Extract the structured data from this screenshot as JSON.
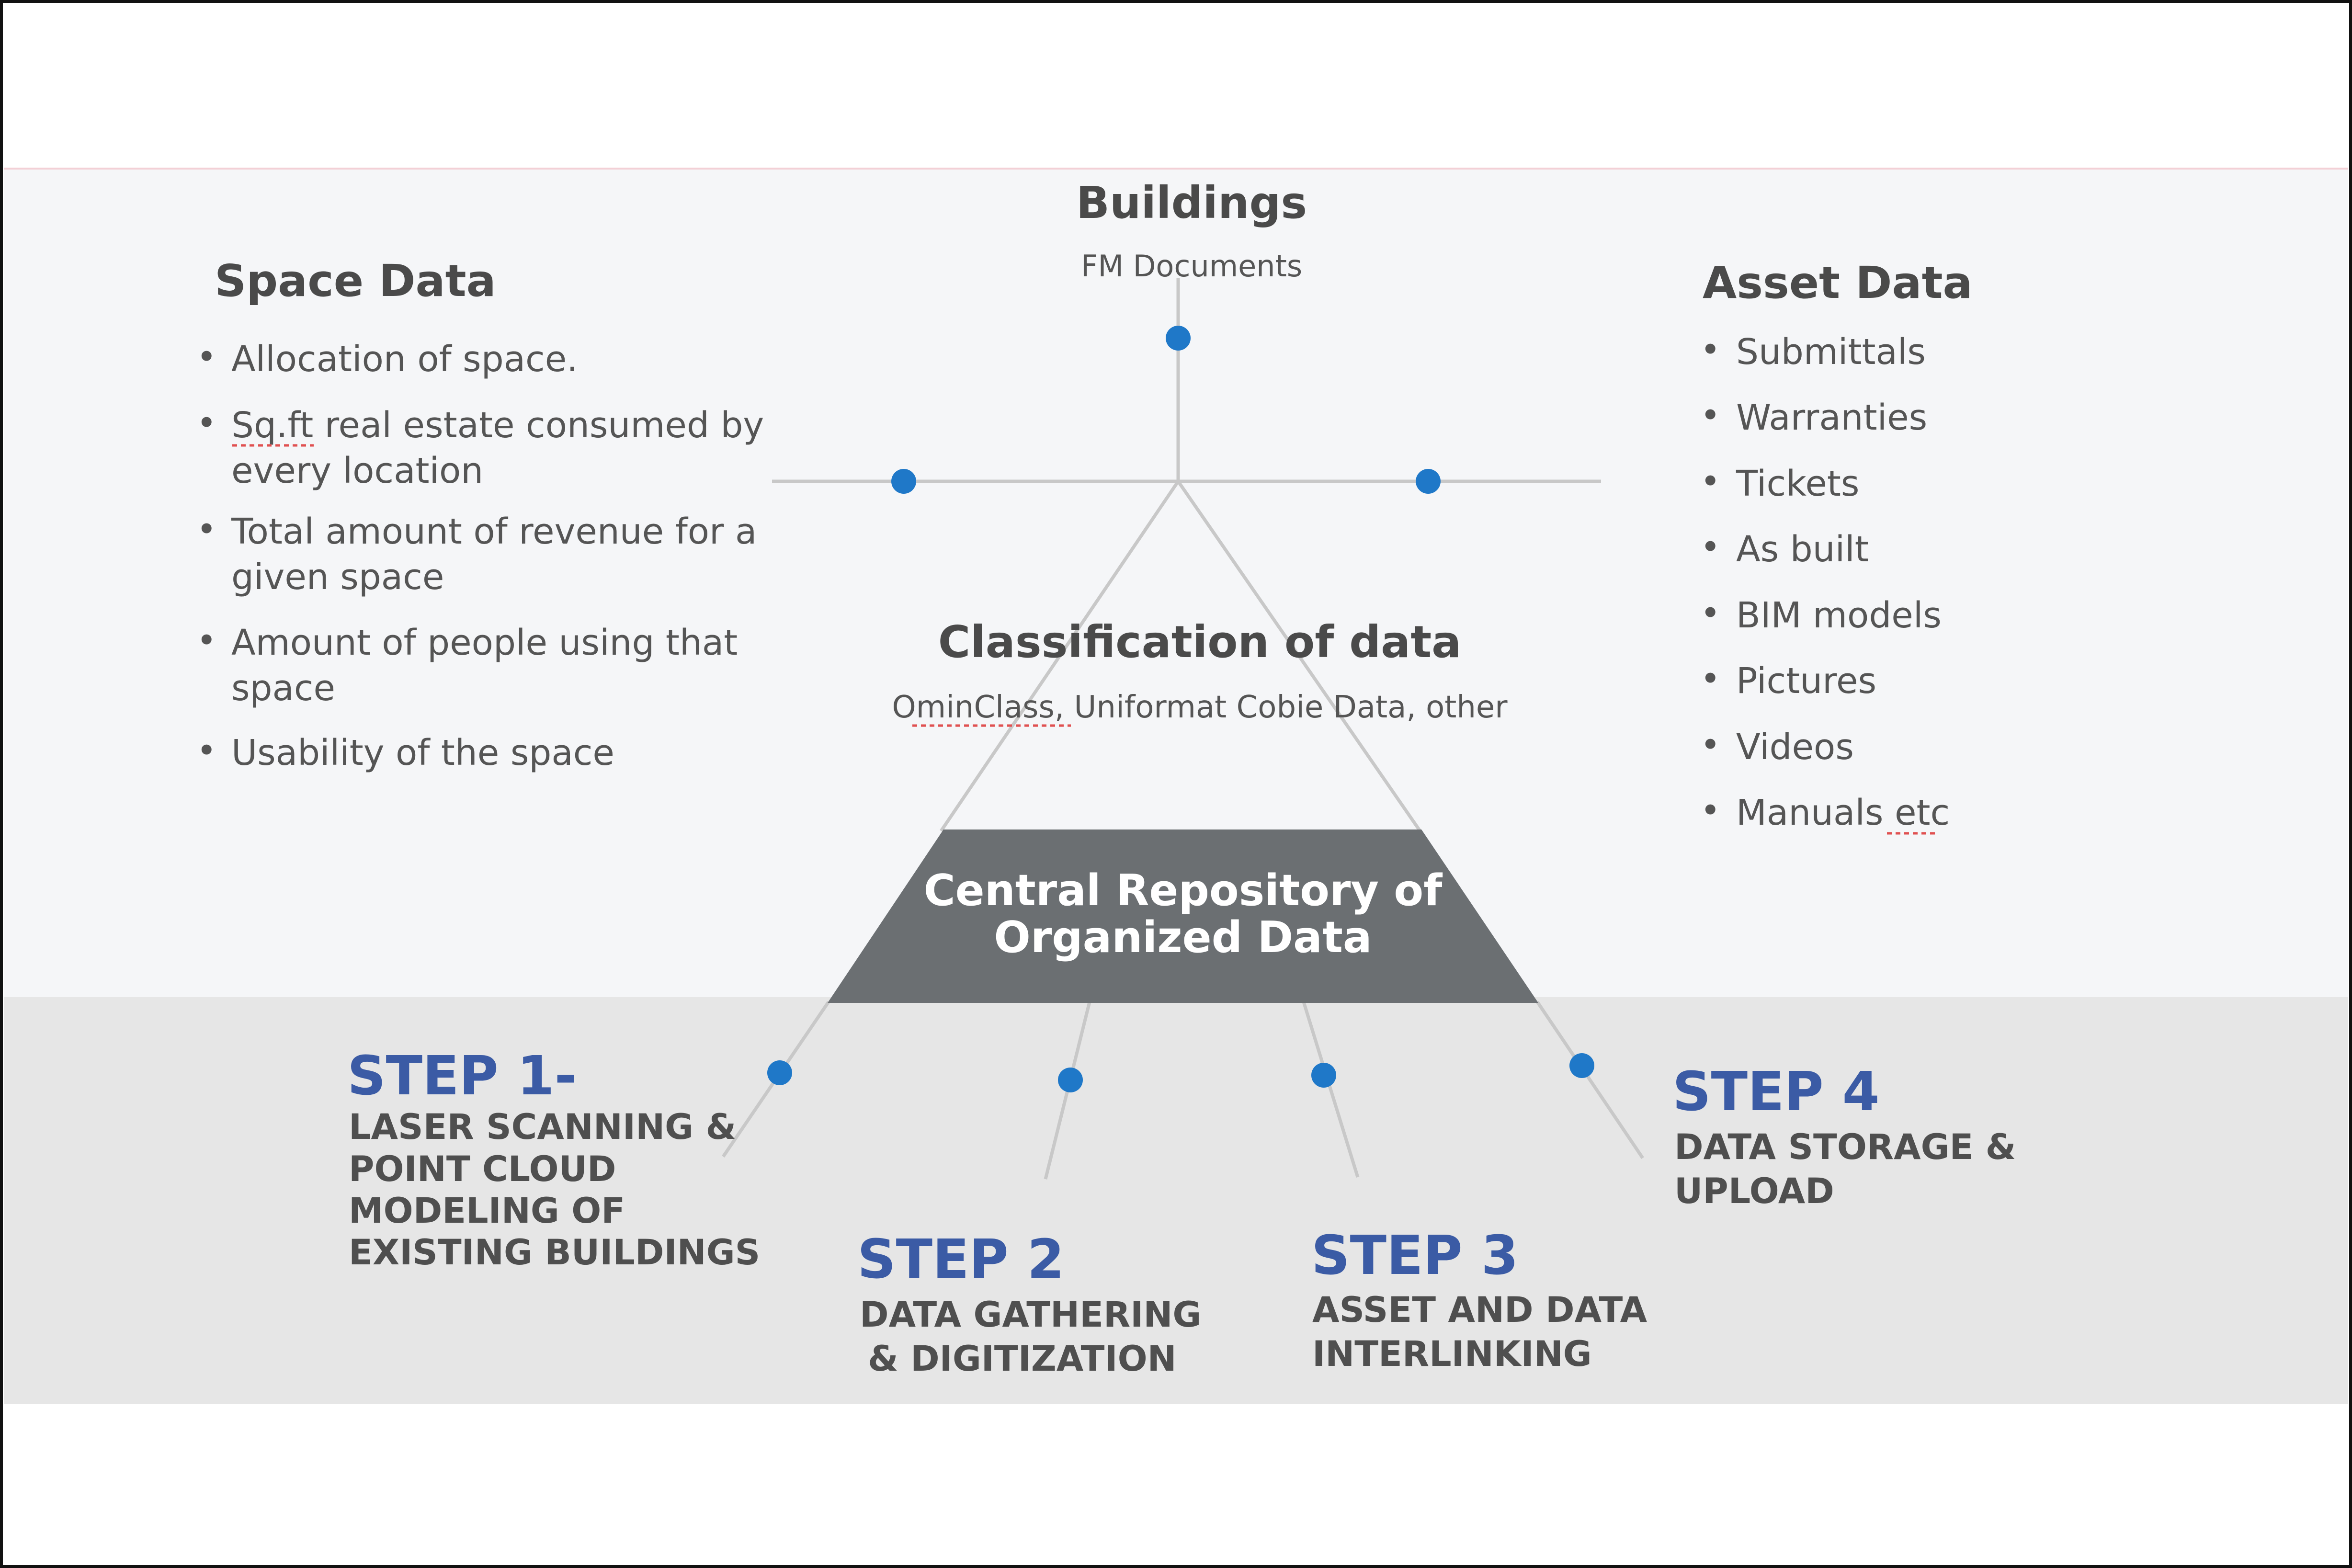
{
  "buildings": {
    "title": "Buildings",
    "subtitle": "FM Documents"
  },
  "space_data": {
    "title": "Space Data",
    "items": [
      [
        "Allocation of space."
      ],
      [
        "Sq.ft real estate consumed by",
        "every location"
      ],
      [
        "Total amount of revenue for a",
        "given space"
      ],
      [
        "Amount of people using that",
        "space"
      ],
      [
        "Usability of the space"
      ]
    ]
  },
  "asset_data": {
    "title": "Asset Data",
    "items": [
      "Submittals",
      "Warranties",
      "Tickets",
      "As built",
      "BIM models",
      "Pictures",
      "Videos",
      "Manuals etc"
    ]
  },
  "classification": {
    "title": "Classification of data",
    "subtitle": "OminClass, Uniformat Cobie Data, other"
  },
  "repository": {
    "line1": "Central Repository of",
    "line2": "Organized Data"
  },
  "steps": [
    {
      "title": "STEP 1-",
      "lines": [
        "LASER SCANNING &",
        "POINT CLOUD",
        "MODELING OF",
        "EXISTING BUILDINGS"
      ]
    },
    {
      "title": "STEP 2",
      "lines": [
        "DATA GATHERING",
        "& DIGITIZATION"
      ]
    },
    {
      "title": "STEP 3",
      "lines": [
        "ASSET AND DATA",
        "INTERLINKING"
      ]
    },
    {
      "title": "STEP 4",
      "lines": [
        "DATA STORAGE &",
        "UPLOAD"
      ]
    }
  ],
  "colors": {
    "dot": "#1f78c8",
    "step_title": "#3b5ba5",
    "repository_fill": "#6b6f72",
    "band_light": "#f5f6f8",
    "band_dark": "#e6e6e6"
  }
}
